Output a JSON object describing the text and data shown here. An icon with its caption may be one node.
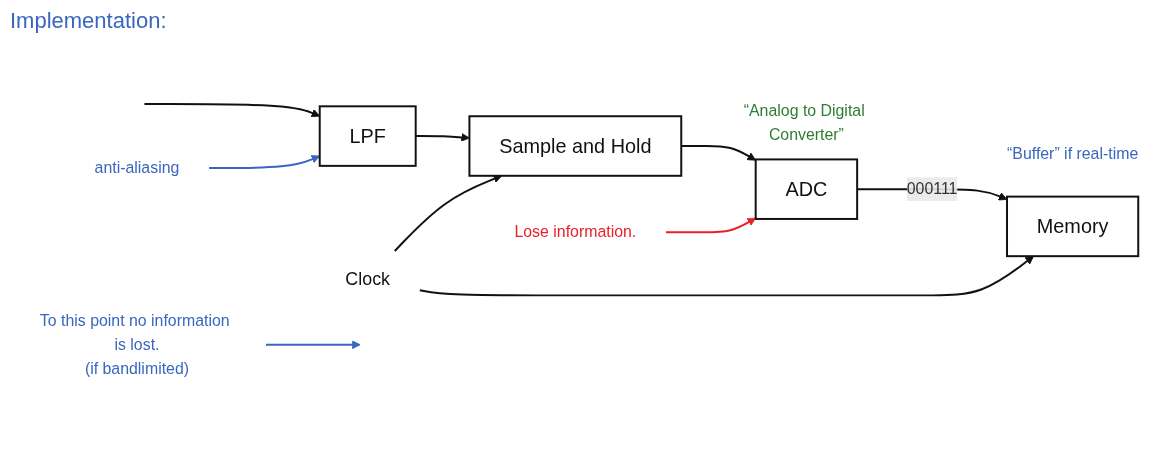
{
  "diagram": {
    "title": "Implementation:",
    "nodes": [
      {
        "text": [
          "LPF"
        ]
      },
      {
        "text": [
          "Sample and Hold"
        ]
      },
      {
        "text": [
          "ADC"
        ],
        "beside": [
          "“Analog to Digital Converter”"
        ]
      },
      {
        "text": [
          "Memory"
        ],
        "beside": [
          "“Buffer” if real-time"
        ]
      },
      {
        "text": [
          "Clock"
        ]
      },
      {
        "text": [
          "anti-aliasing"
        ]
      },
      {
        "text": [
          "To this point no information is lost.",
          "(if bandlimited)"
        ]
      },
      {
        "text": [
          "Lose information."
        ]
      }
    ],
    "edges": [
      {
        "from": null,
        "to": 0,
        "arrow": "to"
      },
      {
        "from": 0,
        "to": 1,
        "arrow": "to"
      },
      {
        "from": 1,
        "to": 2,
        "arrow": "to"
      },
      {
        "from": 2,
        "to": 3,
        "arrow": "to",
        "label": "000111"
      },
      {
        "from": 4,
        "to": 1,
        "arrow": "to"
      },
      {
        "from": 4,
        "to": 3,
        "arrow": "to"
      },
      {
        "from": 5,
        "to": 0,
        "arrow": "to",
        "color": "#3a66c0"
      },
      {
        "from": 6,
        "to": null,
        "arrow": "to",
        "color": "#3a66c0"
      },
      {
        "from": 7,
        "to": 2,
        "arrow": "to",
        "color": "#e8202a"
      }
    ]
  }
}
